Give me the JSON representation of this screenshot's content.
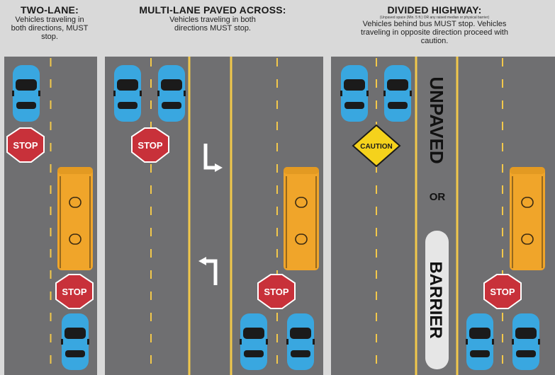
{
  "panels": [
    {
      "title": "TWO-LANE:",
      "note": "",
      "desc": "Vehicles traveling in both directions, MUST stop."
    },
    {
      "title": "MULTI-LANE PAVED ACROSS:",
      "note": "",
      "desc": "Vehicles traveling in both directions MUST stop."
    },
    {
      "title": "DIVIDED HIGHWAY:",
      "note": "(Unpaved space (Min. 5 ft.) OR any raised median or physical barrier)",
      "desc": "Vehicles behind bus MUST stop. Vehicles traveling in opposite direction proceed with caution."
    }
  ],
  "signs": {
    "stop": "STOP",
    "caution": "CAUTION"
  },
  "median": {
    "top": "UNPAVED",
    "middle": "OR",
    "bottom": "BARRIER"
  },
  "colors": {
    "road": "#6f6f71",
    "lane_line": "#f2c84b",
    "car": "#39a7e0",
    "bus": "#f0a52a",
    "stop_sign": "#c8313a",
    "caution_sign": "#f5d21c",
    "background": "#d9d9d9"
  }
}
